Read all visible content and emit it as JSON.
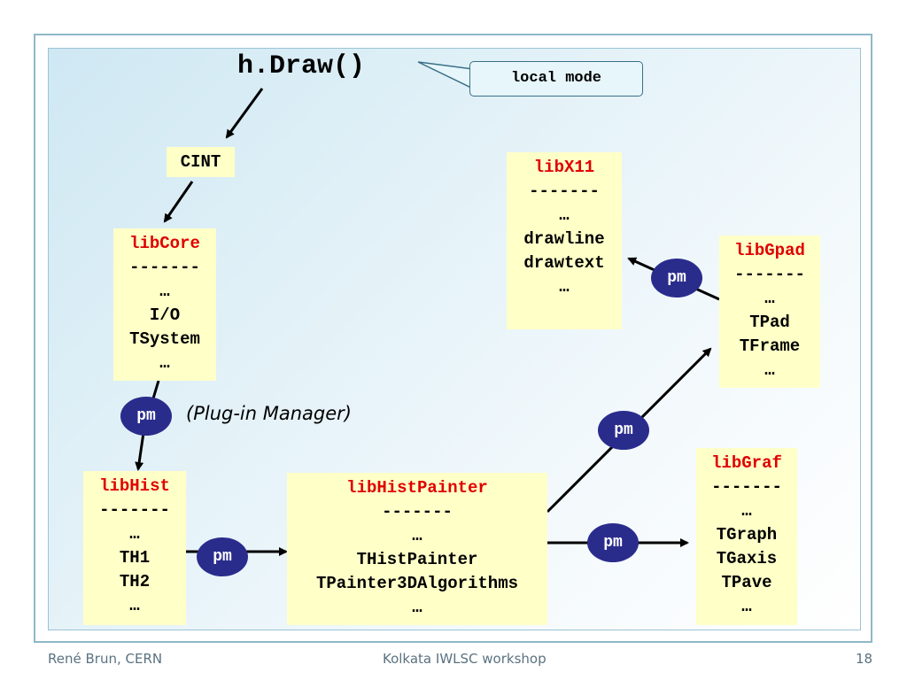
{
  "title": "h.Draw()",
  "callout": "local mode",
  "cint": "CINT",
  "plugin_note": "(Plug-in Manager)",
  "pm_label": "pm",
  "boxes": {
    "libcore": {
      "title": "libCore",
      "lines": [
        "-------",
        "…",
        "I/O",
        "TSystem",
        "…"
      ]
    },
    "libhist": {
      "title": "libHist",
      "lines": [
        "-------",
        "…",
        "TH1",
        "TH2",
        "…"
      ]
    },
    "libhistpainter": {
      "title": "libHistPainter",
      "lines": [
        "-------",
        "…",
        "THistPainter",
        "TPainter3DAlgorithms",
        "…"
      ]
    },
    "libx11": {
      "title": "libX11",
      "lines": [
        "-------",
        "…",
        "",
        "drawline",
        "drawtext",
        "…"
      ]
    },
    "libgpad": {
      "title": "libGpad",
      "lines": [
        "-------",
        "…",
        "TPad",
        "TFrame",
        "…"
      ]
    },
    "libgraf": {
      "title": "libGraf",
      "lines": [
        "-------",
        "…",
        "TGraph",
        "TGaxis",
        "TPave",
        "…"
      ]
    }
  },
  "footer": {
    "left": "René Brun, CERN",
    "center": "Kolkata IWLSC workshop",
    "page": "18"
  },
  "colors": {
    "box_fill": "#ffffc8",
    "title_red": "#e00000",
    "pm_fill": "#2a2c8c"
  }
}
